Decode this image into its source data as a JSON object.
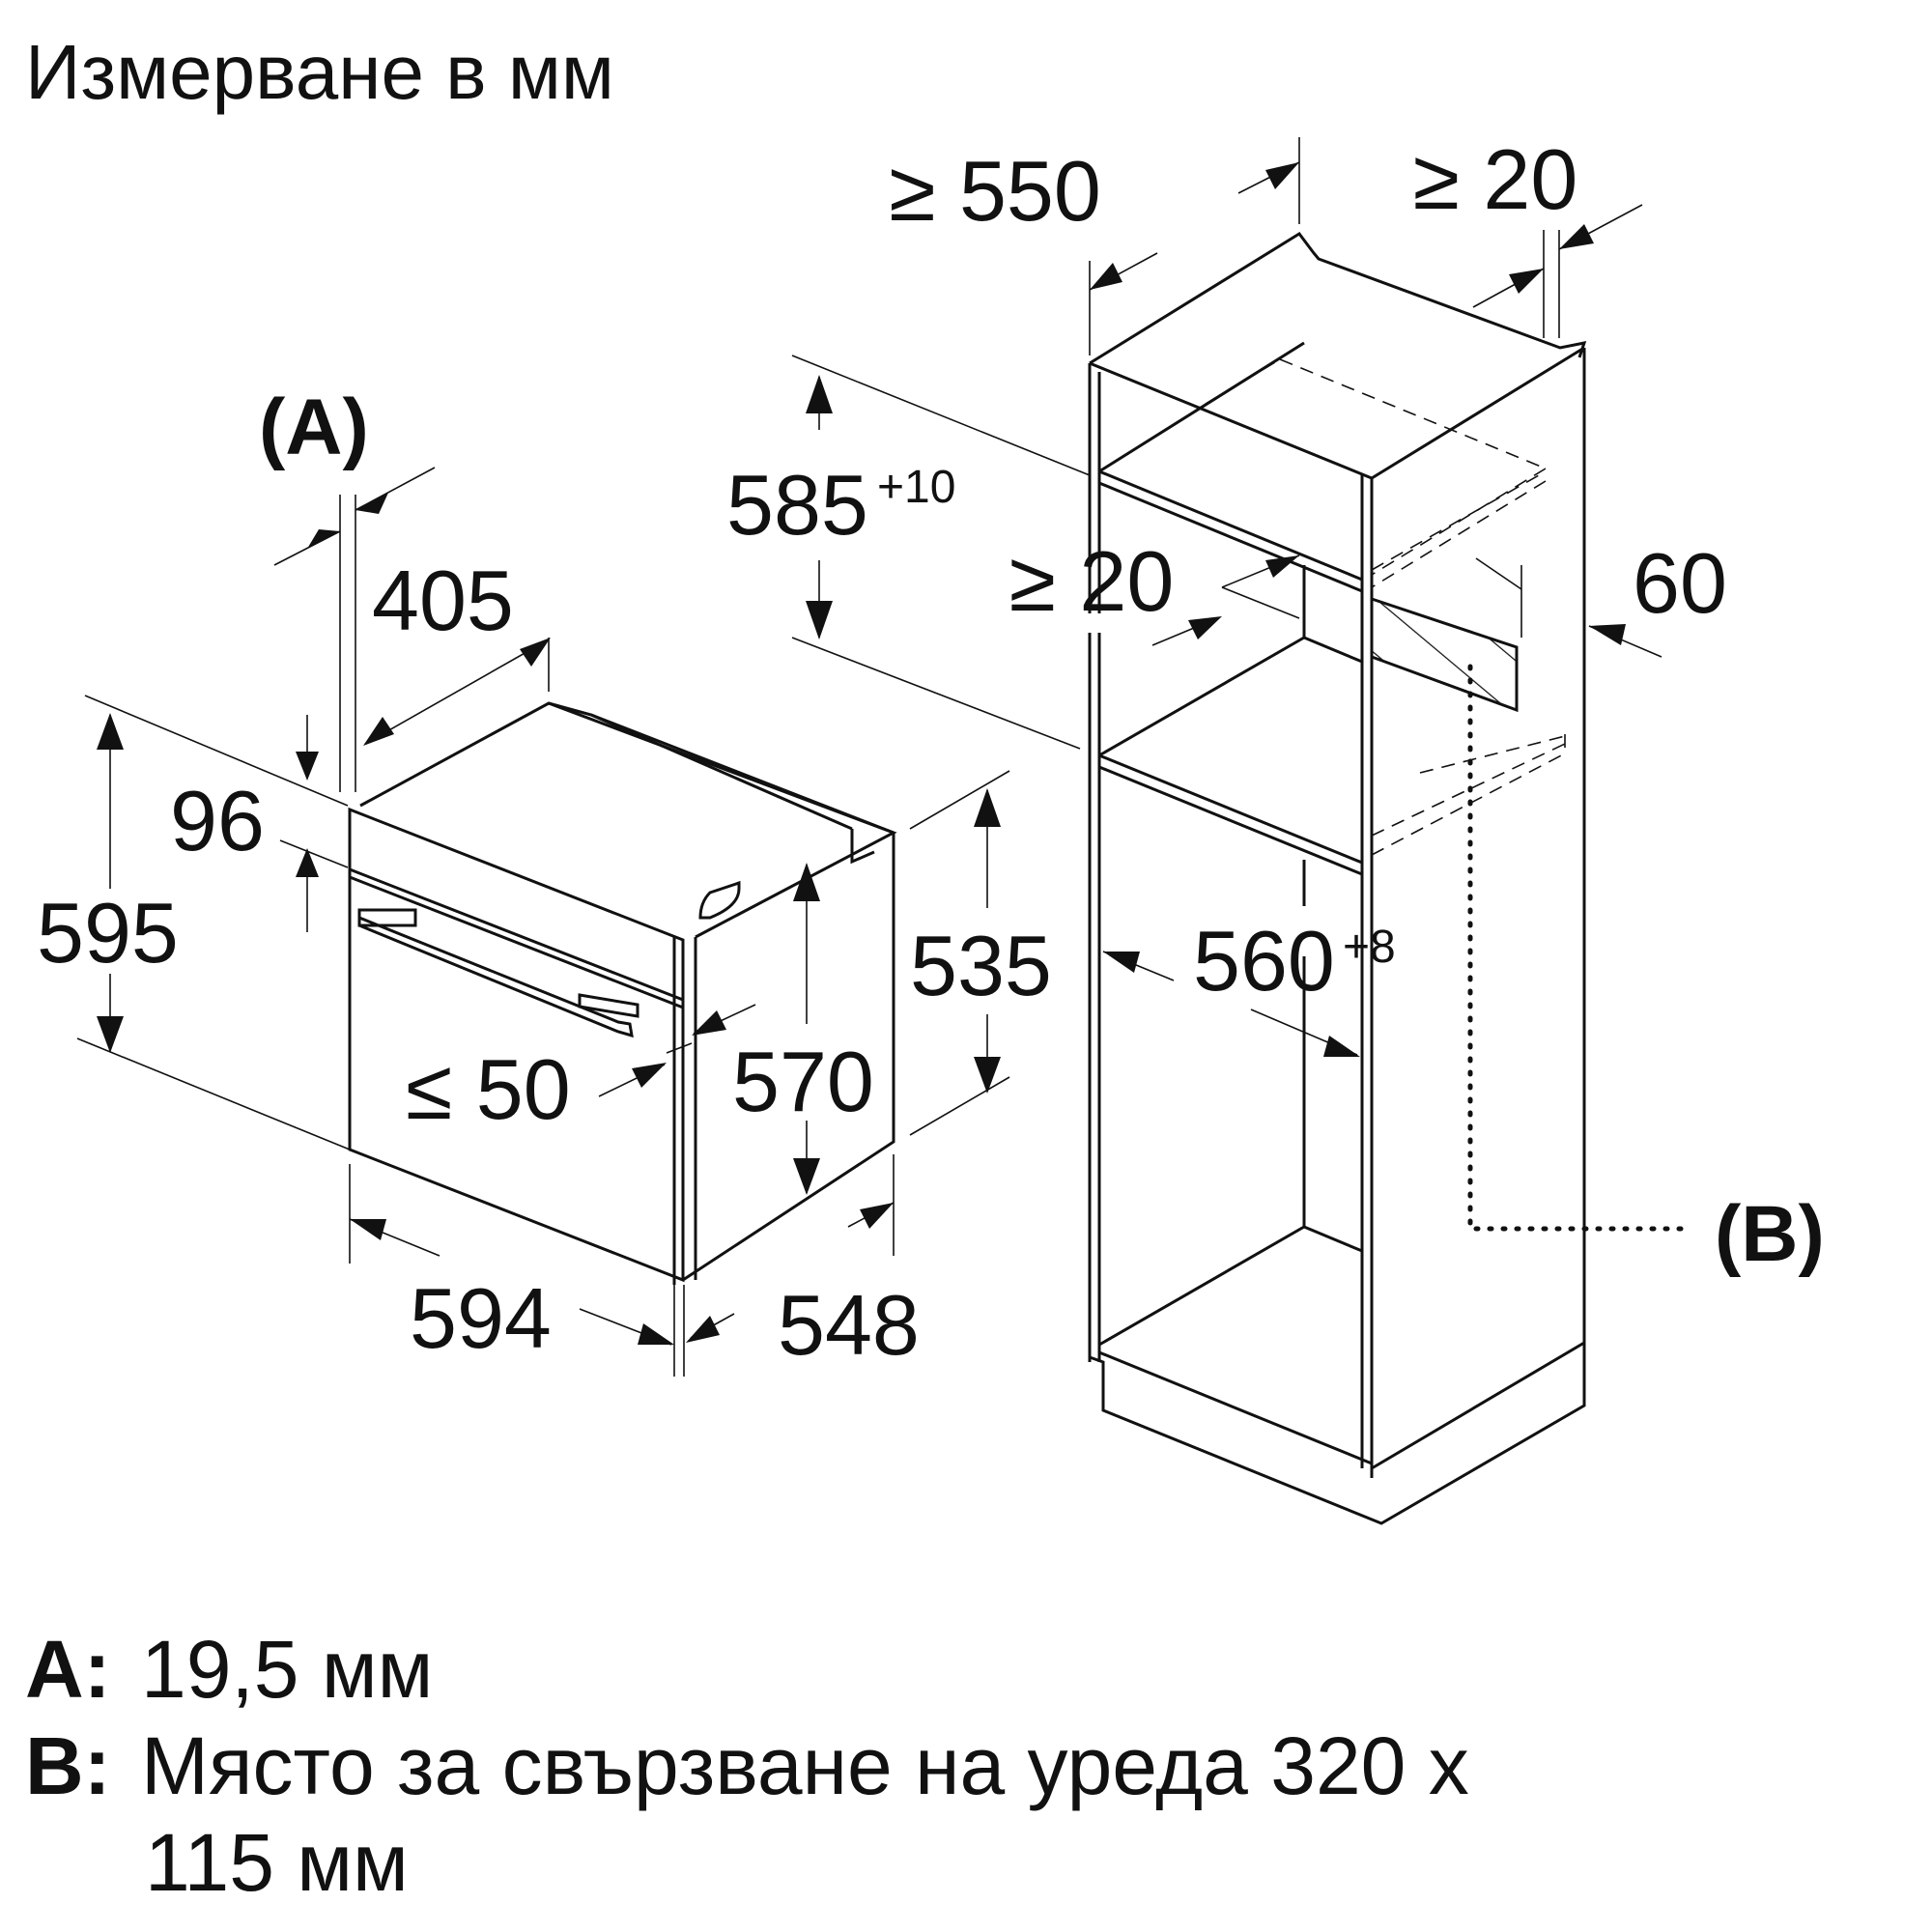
{
  "title": "Измерване в мм",
  "labels": {
    "a_marker": "(A)",
    "b_marker": "(B)"
  },
  "dimensions": {
    "d405": "405",
    "d96": "96",
    "d595": "595",
    "d594": "594",
    "d548": "548",
    "d535": "535",
    "d570": "570",
    "d_le50": "≤ 50",
    "d585": "585",
    "d585_tol": "+10",
    "d_ge550": "≥ 550",
    "d_ge20_top": "≥ 20",
    "d_ge20_mid": "≥ 20",
    "d60": "60",
    "d560": "560",
    "d560_tol": "+8"
  },
  "legend": {
    "a": {
      "key": "A:",
      "text": "19,5 мм"
    },
    "b": {
      "key": "B:",
      "text": "Място за свързване на уреда 320 x",
      "text_cont": "115 мм"
    }
  }
}
